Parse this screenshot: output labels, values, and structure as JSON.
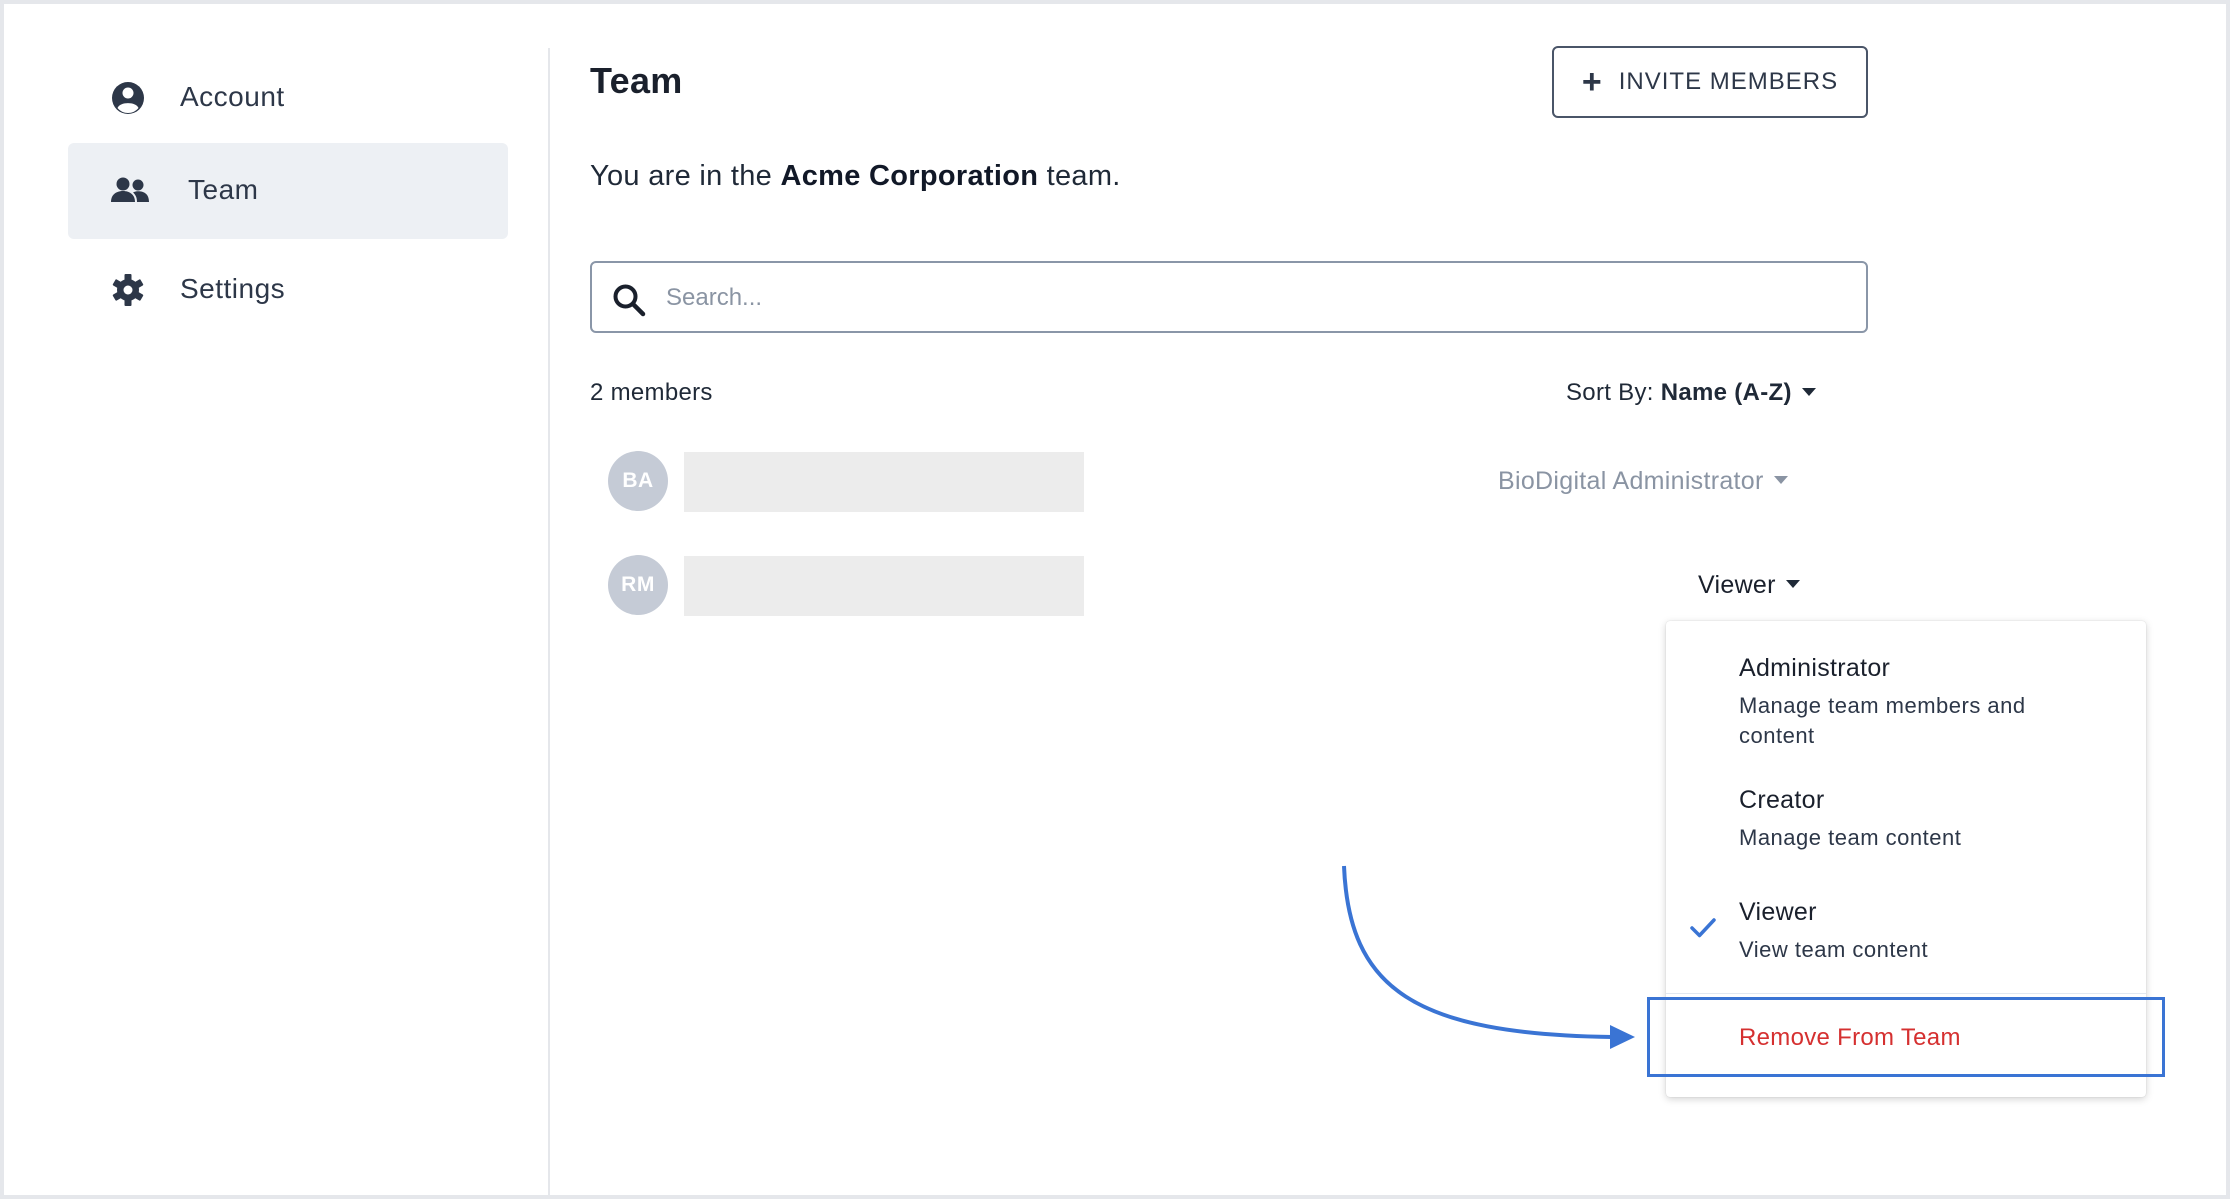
{
  "sidebar": {
    "items": [
      {
        "label": "Account",
        "icon": "user-circle-icon"
      },
      {
        "label": "Team",
        "icon": "users-icon",
        "active": true
      },
      {
        "label": "Settings",
        "icon": "gear-icon"
      }
    ]
  },
  "main": {
    "title": "Team",
    "invite_button": {
      "label": "INVITE MEMBERS",
      "icon": "plus-icon"
    },
    "team_intro": {
      "prefix": "You are in the",
      "team_name": "Acme Corporation",
      "suffix": "team."
    },
    "search": {
      "placeholder": "Search..."
    },
    "members_count": "2 members",
    "sort": {
      "label": "Sort By:",
      "value": "Name (A-Z)"
    },
    "members": [
      {
        "initials": "BA",
        "role": "BioDigital Administrator"
      },
      {
        "initials": "RM",
        "role": "Viewer"
      }
    ]
  },
  "role_menu": {
    "options": [
      {
        "title": "Administrator",
        "description": "Manage team members and content",
        "selected": false
      },
      {
        "title": "Creator",
        "description": "Manage team content",
        "selected": false
      },
      {
        "title": "Viewer",
        "description": "View team content",
        "selected": true
      }
    ],
    "remove_label": "Remove From Team"
  },
  "colors": {
    "accent": "#3a74d4",
    "danger": "#d53030",
    "active_nav_bg": "#edf0f4",
    "avatar_bg": "#c5cbd6"
  }
}
